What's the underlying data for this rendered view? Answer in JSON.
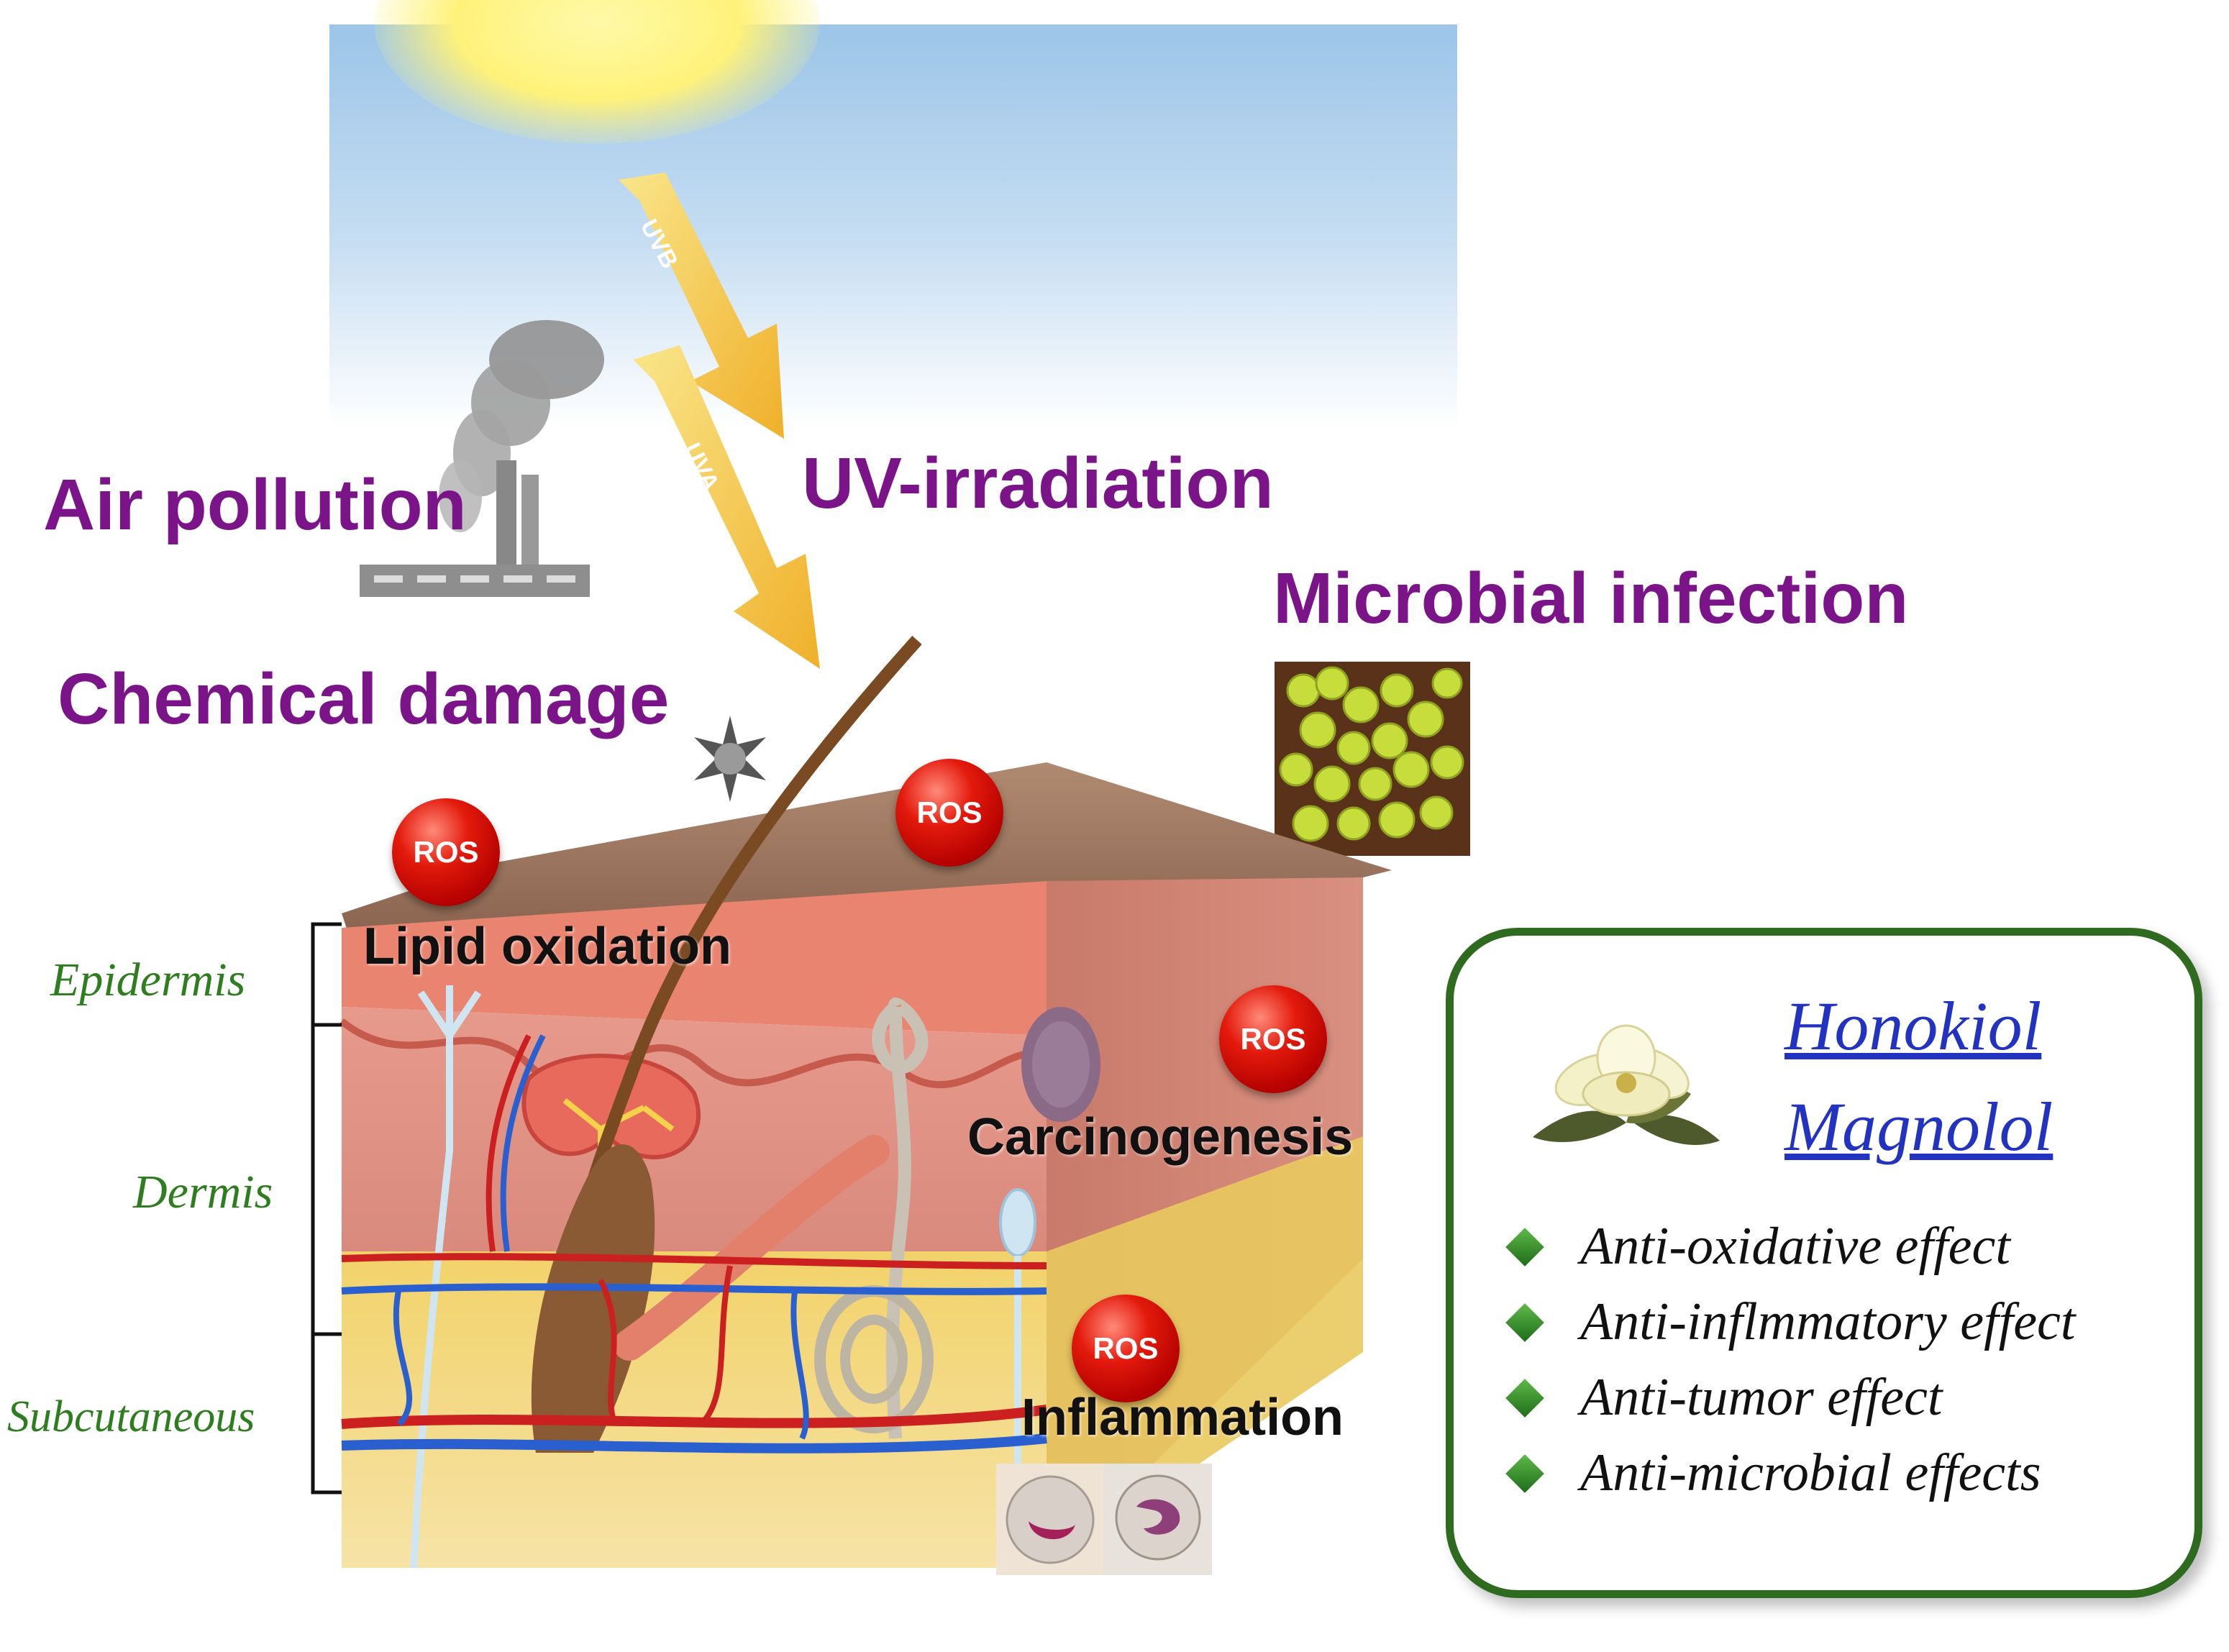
{
  "labels": {
    "air_pollution": "Air pollution",
    "uv_irradiation": "UV-irradiation",
    "microbial_infection": "Microbial infection",
    "chemical_damage": "Chemical damage",
    "uvb": "UVB",
    "uva": "UVA"
  },
  "layers": {
    "epidermis": "Epidermis",
    "dermis": "Dermis",
    "subcutaneous": "Subcutaneous"
  },
  "processes": {
    "lipid_oxidation": "Lipid oxidation",
    "carcinogenesis": "Carcinogenesis",
    "inflammation": "Inflammation"
  },
  "ros_label": "ROS",
  "panel": {
    "compound_1": "Honokiol",
    "compound_2": "Magnolol",
    "effects": [
      "Anti-oxidative effect",
      "Anti-inflmmatory effect",
      "Anti-tumor effect",
      "Anti-microbial effects"
    ]
  },
  "colors": {
    "label_purple": "#7b1489",
    "layer_green": "#2e7d1f",
    "panel_border": "#2e6b1f",
    "compound_blue": "#2233c2",
    "ros_red": "#e31a0c"
  }
}
